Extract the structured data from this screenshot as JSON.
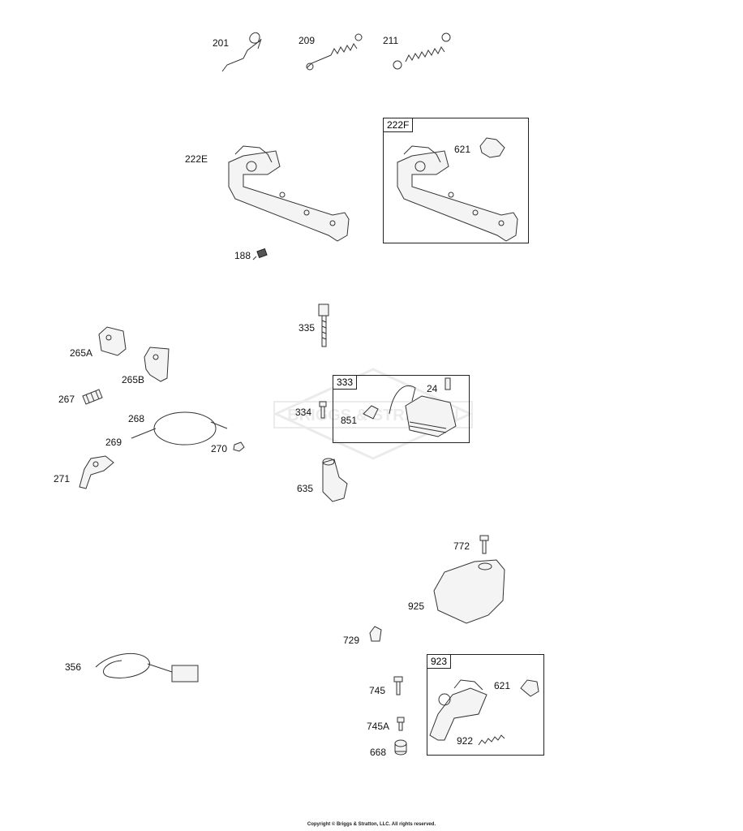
{
  "labels": {
    "p201": "201",
    "p209": "209",
    "p211": "211",
    "p222E": "222E",
    "p222F": "222F",
    "p621a": "621",
    "p188": "188",
    "p335": "335",
    "p265A": "265A",
    "p265B": "265B",
    "p267": "267",
    "p268": "268",
    "p269": "269",
    "p270": "270",
    "p271": "271",
    "p333": "333",
    "p24": "24",
    "p334": "334",
    "p851": "851",
    "p635": "635",
    "p772": "772",
    "p925": "925",
    "p729": "729",
    "p356": "356",
    "p923": "923",
    "p745": "745",
    "p621b": "621",
    "p745A": "745A",
    "p922": "922",
    "p668": "668"
  },
  "watermark": "BRIGGS & STRATTON",
  "footer": "Copyright © Briggs & Stratton, LLC. All rights reserved."
}
